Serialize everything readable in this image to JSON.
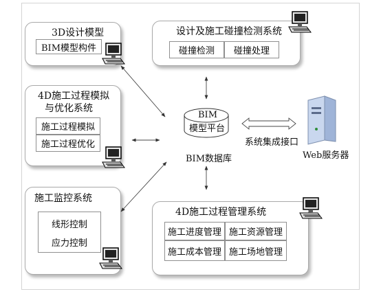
{
  "modules": {
    "model_3d": {
      "title": "3D设计模型",
      "items": [
        "BIM模型构件"
      ]
    },
    "clash": {
      "title": "设计及施工碰撞检测系统",
      "items": [
        "碰撞检测",
        "碰撞处理"
      ]
    },
    "sim_4d": {
      "title_line1": "4D施工过程模拟",
      "title_line2": "与优化系统",
      "items": [
        "施工过程模拟",
        "施工过程优化"
      ]
    },
    "monitor": {
      "title": "施工监控系统",
      "items": [
        "线形控制",
        "应力控制"
      ]
    },
    "mgmt_4d": {
      "title": "4D施工过程管理系统",
      "items": [
        "施工进度管理",
        "施工资源管理",
        "施工成本管理",
        "施工场地管理"
      ]
    }
  },
  "center": {
    "line1": "BIM",
    "line2": "模型平台",
    "caption": "BIM数据库"
  },
  "interface_label": "系统集成接口",
  "server_label": "Web服务器",
  "icons": [
    "desktop-computer-icon",
    "web-server-icon"
  ]
}
